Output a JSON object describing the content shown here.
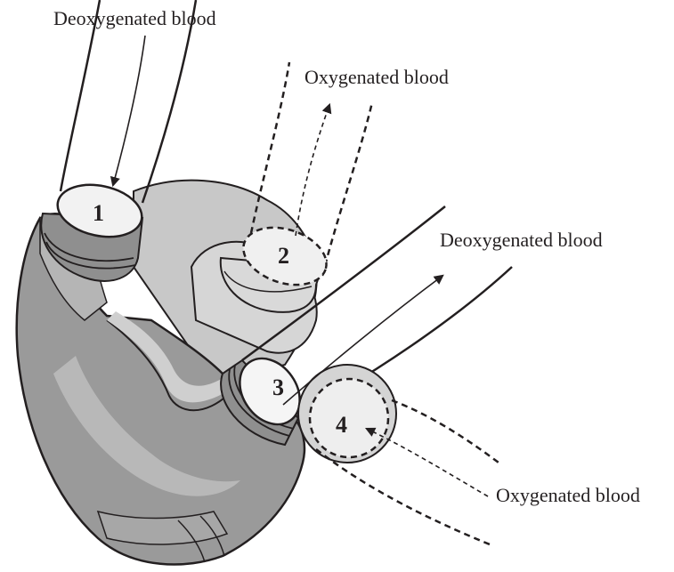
{
  "labels": {
    "top_left": "Deoxygenated blood",
    "top_center": "Oxygenated blood",
    "right_upper": "Deoxygenated blood",
    "bottom_right": "Oxygenated blood"
  },
  "vessels": [
    "1",
    "2",
    "3",
    "4"
  ],
  "colors": {
    "outline": "#231f20",
    "shade_dark": "#8c8c8c",
    "shade_mid": "#a9a9a9",
    "shade_light": "#c8c8c8",
    "shade_pale": "#e2e2e2",
    "background": "#ffffff"
  }
}
